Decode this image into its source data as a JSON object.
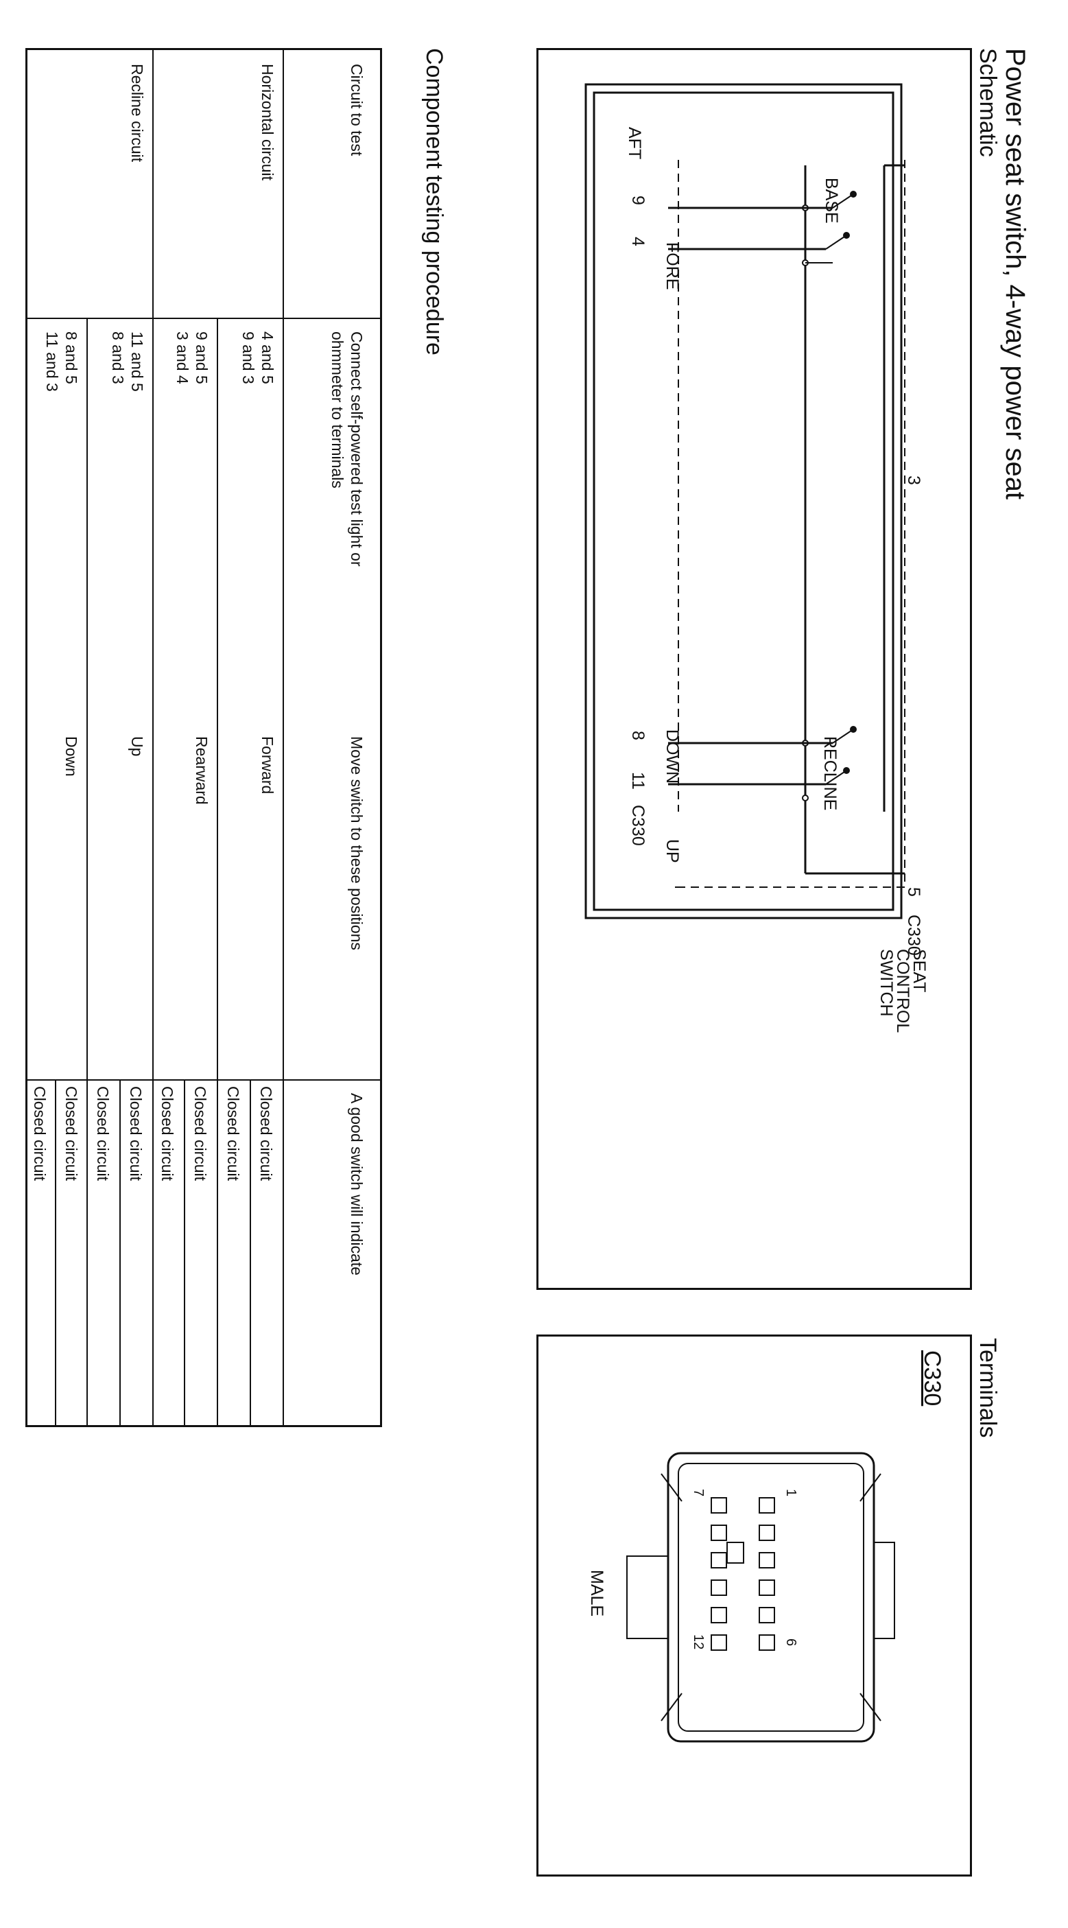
{
  "page": {
    "title": "Power seat switch, 4-way power seat"
  },
  "schematic": {
    "label": "Schematic",
    "labels": {
      "aft": "AFT",
      "fore": "FORE",
      "base": "BASE",
      "recline": "RECLINE",
      "down": "DOWN",
      "up": "UP",
      "switch_name": "SEAT CONTROL SWITCH",
      "connector": "C330"
    },
    "pins": {
      "p3": "3",
      "p9": "9",
      "p4": "4",
      "p8": "8",
      "p11": "11",
      "p5": "5"
    }
  },
  "terminals": {
    "label": "Terminals",
    "connector": "C330",
    "gender": "MALE",
    "pin_labels": {
      "p1": "1",
      "p6": "6",
      "p7": "7",
      "p12": "12"
    }
  },
  "procedure": {
    "label": "Component testing procedure",
    "headers": {
      "circuit": "Circuit to test",
      "connect": "Connect self-powered test light or ohmmeter to terminals",
      "move": "Move switch to these positions",
      "good": "A good switch will indicate"
    },
    "groups": [
      {
        "circuit": "Horizontal circuit",
        "rows": [
          {
            "terminals": "4 and 5",
            "position": "Forward",
            "result": "Closed circuit"
          },
          {
            "terminals": "9 and 3",
            "position": "",
            "result": "Closed circuit"
          },
          {
            "terminals": "9 and 5",
            "position": "Rearward",
            "result": "Closed circuit"
          },
          {
            "terminals": "3 and 4",
            "position": "",
            "result": "Closed circuit"
          }
        ]
      },
      {
        "circuit": "Recline circuit",
        "rows": [
          {
            "terminals": "11 and 5",
            "position": "Up",
            "result": "Closed circuit"
          },
          {
            "terminals": "8 and 3",
            "position": "",
            "result": "Closed circuit"
          },
          {
            "terminals": "8 and 5",
            "position": "Down",
            "result": "Closed circuit"
          },
          {
            "terminals": "11 and 3",
            "position": "",
            "result": "Closed circuit"
          }
        ]
      }
    ]
  }
}
